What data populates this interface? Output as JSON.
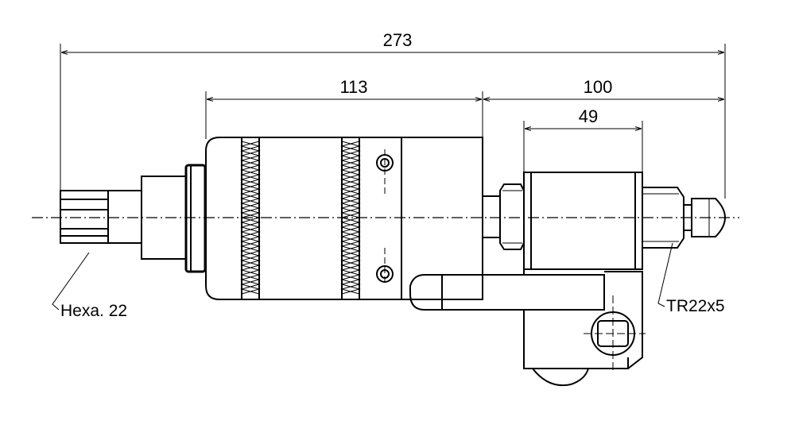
{
  "dimensions": {
    "overall": "273",
    "body": "113",
    "right": "100",
    "nut": "49"
  },
  "labels": {
    "hex": "Hexa. 22",
    "thread": "TR22x5"
  },
  "colors": {
    "line": "#000000",
    "background": "#ffffff"
  }
}
